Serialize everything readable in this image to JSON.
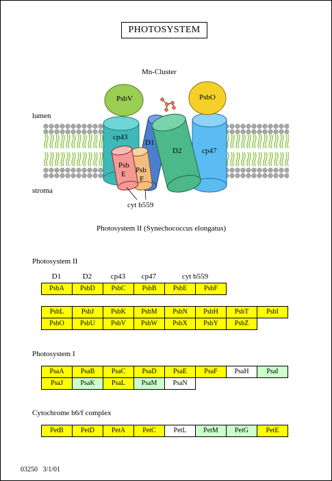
{
  "title": "PHOTOSYSTEM",
  "diagram": {
    "mn_cluster": "Mn-Cluster",
    "lumen": "lumen",
    "stroma": "stroma",
    "cyt": "cyt b559",
    "caption": "Photosystem II (Synechococcus elongatus)",
    "psbv": "PsbV",
    "psbo": "PsbO",
    "cp43": "cp43",
    "d1": "D1",
    "d2": "D2",
    "cp47": "cp47",
    "psbe_1": "Psb",
    "psbe_2": "E",
    "psbf_1": "Psb",
    "psbf_2": "F"
  },
  "ps2": {
    "title": "Photosystem II",
    "headers": [
      "D1",
      "D2",
      "cp43",
      "cp47",
      "cyt b559"
    ],
    "row1": [
      "PsbA",
      "PsbD",
      "PsbC",
      "PsbB",
      "PsbE",
      "PsbF"
    ],
    "row2": [
      "PsbL",
      "PsbJ",
      "PsbK",
      "PsbM",
      "PsbN",
      "PsbH",
      "PsbT",
      "PsbI"
    ],
    "row3": [
      "PsbO",
      "PsbU",
      "PsbV",
      "PsbW",
      "PsbX",
      "PsbY",
      "PsbZ"
    ]
  },
  "ps1": {
    "title": "Photosystem I",
    "row1": [
      "PsaA",
      "PsaB",
      "PsaC",
      "PsaD",
      "PsaE",
      "PsaF",
      "PsaH",
      "PsaI"
    ],
    "row1_colors": [
      "y",
      "y",
      "y",
      "y",
      "y",
      "y",
      "w",
      "g"
    ],
    "row2": [
      "PsaJ",
      "PsaK",
      "PsaL",
      "PsaM",
      "PsaN"
    ],
    "row2_colors": [
      "y",
      "g",
      "y",
      "g",
      "w"
    ]
  },
  "cyt": {
    "title": "Cytochrome b6/f complex",
    "row1": [
      "PetB",
      "PetD",
      "PetA",
      "PetC",
      "PetL",
      "PetM",
      "PetG",
      "PetE"
    ],
    "row1_colors": [
      "y",
      "y",
      "y",
      "y",
      "w",
      "g",
      "g",
      "y"
    ]
  },
  "footer": {
    "code": "03250",
    "date": "3/1/01"
  }
}
